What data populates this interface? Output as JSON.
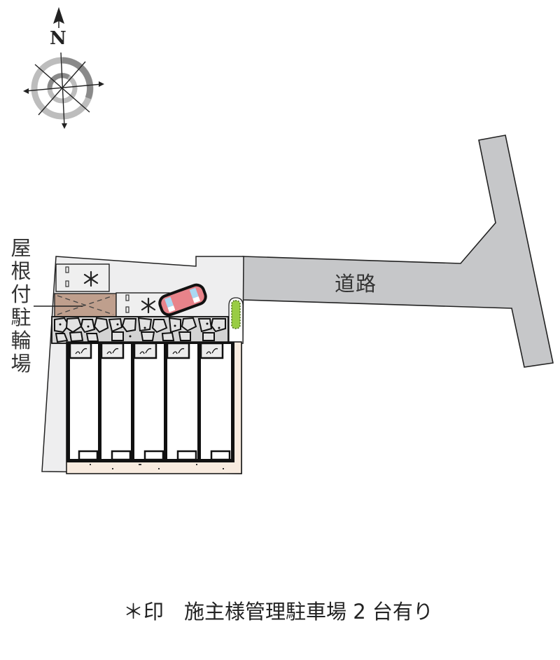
{
  "compass": {
    "north_label": "N",
    "icon": "compass-rose-icon"
  },
  "labels": {
    "bicycle_parking": [
      "屋",
      "根",
      "付",
      "駐",
      "輪",
      "場"
    ],
    "road": "道路",
    "owner_parking_mark": "＊"
  },
  "legend": {
    "text": "＊印　施主様管理駐車場 2 台有り"
  },
  "colors": {
    "road": "#c6c7c9",
    "site": "#eeeeef",
    "bicycle_roof": "#bf9f8d",
    "building_strip": "#f8ebdf",
    "plant": "#99cc44",
    "car_body": "#e8838a",
    "car_window": "#a9d8f2",
    "stone": "#d3d3d3"
  },
  "site": {
    "units": 5,
    "parking_spaces": 2
  }
}
